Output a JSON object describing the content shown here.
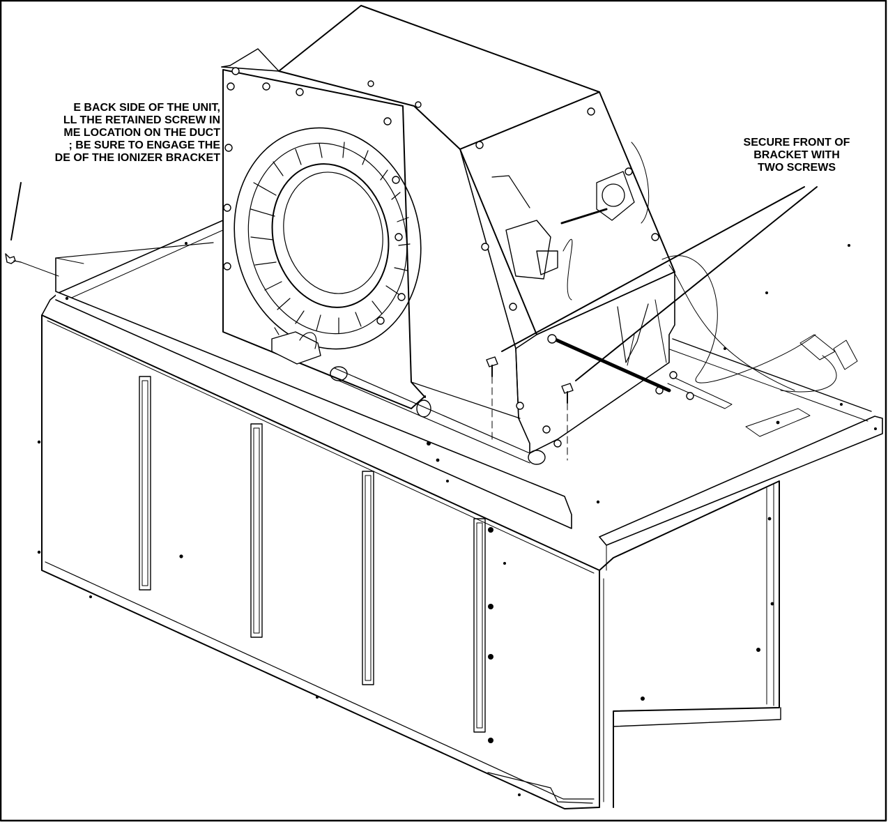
{
  "callouts": {
    "back_side": {
      "lines": [
        "E BACK SIDE OF THE UNIT,",
        "LL THE RETAINED SCREW IN",
        "ME LOCATION ON THE DUCT",
        "; BE SURE TO ENGAGE THE",
        "DE OF THE IONIZER BRACKET"
      ]
    },
    "front_bracket": {
      "lines": [
        "SECURE FRONT OF",
        "BRACKET WITH",
        "TWO SCREWS"
      ]
    }
  },
  "colors": {
    "line": "#000000",
    "background": "#ffffff"
  }
}
